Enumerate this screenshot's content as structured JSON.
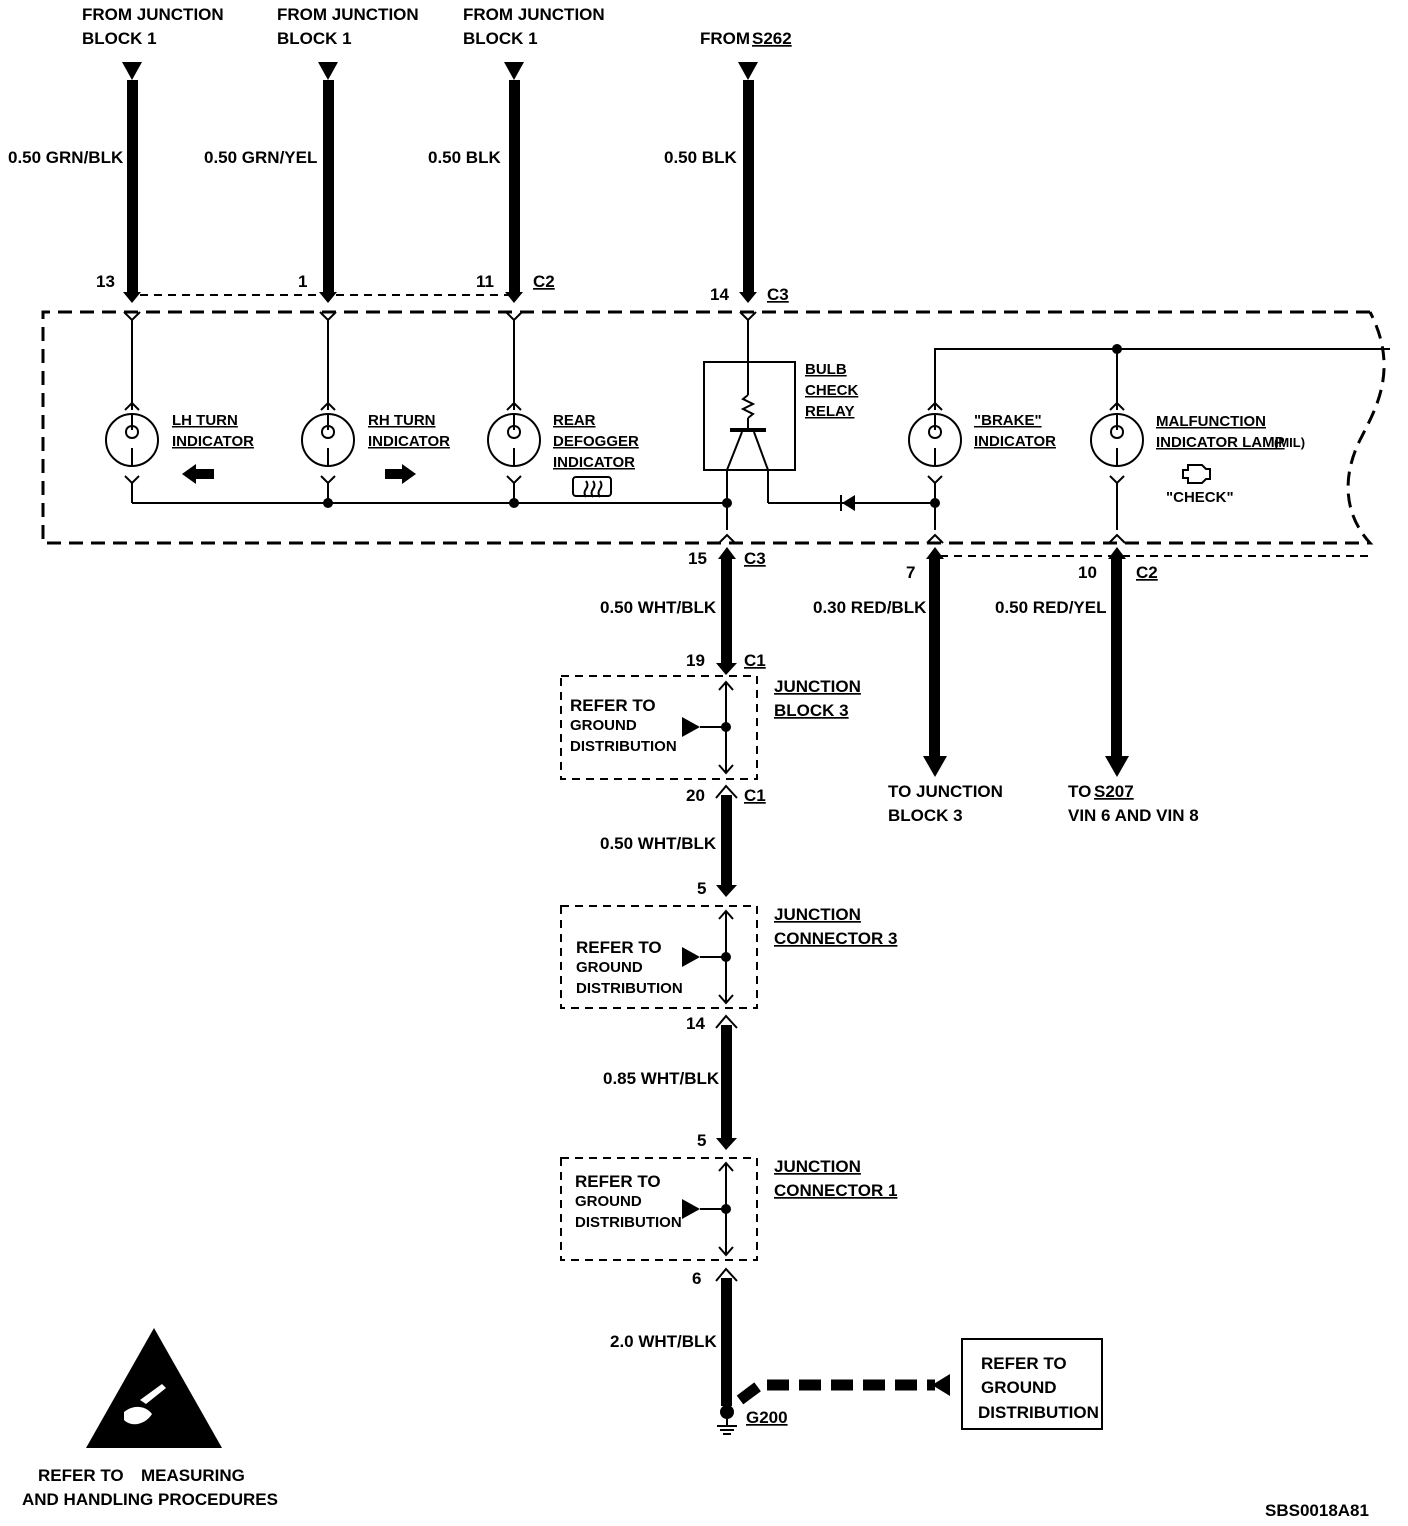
{
  "sources": [
    {
      "line1": "FROM JUNCTION",
      "line2": "BLOCK 1",
      "wire": "0.50 GRN/BLK",
      "pin": "13"
    },
    {
      "line1": "FROM JUNCTION",
      "line2": "BLOCK 1",
      "wire": "0.50 GRN/YEL",
      "pin": "1"
    },
    {
      "line1": "FROM JUNCTION",
      "line2": "BLOCK 1",
      "wire": "0.50 BLK",
      "pin": "11",
      "conn": "C2"
    },
    {
      "line1": "FROM",
      "line2": "S262",
      "wire": "0.50 BLK",
      "pin": "14",
      "conn": "C3"
    }
  ],
  "components": {
    "lh": {
      "line1": "LH TURN",
      "line2": "INDICATOR"
    },
    "rh": {
      "line1": "RH TURN",
      "line2": "INDICATOR"
    },
    "defog": {
      "line1": "REAR",
      "line2": "DEFOGGER",
      "line3": "INDICATOR"
    },
    "relay": {
      "line1": "BULB",
      "line2": "CHECK",
      "line3": "RELAY"
    },
    "brake": {
      "line1": "\"BRAKE\"",
      "line2": "INDICATOR"
    },
    "mil": {
      "line1": "MALFUNCTION",
      "line2": "INDICATOR LAMP",
      "line2b": "(MIL)",
      "check": "\"CHECK\""
    }
  },
  "outputs": {
    "ground": {
      "pin": "15",
      "conn": "C3",
      "wire": "0.50 WHT/BLK"
    },
    "brake": {
      "pin": "7",
      "wire": "0.30 RED/BLK",
      "dest1": "TO JUNCTION",
      "dest2": "BLOCK 3"
    },
    "mil": {
      "pin": "10",
      "conn": "C2",
      "wire": "0.50 RED/YEL",
      "dest1": "TO",
      "dest1b": "S207",
      "dest2": "VIN 6 AND VIN 8"
    }
  },
  "chain": [
    {
      "pin_top": "19",
      "conn_top": "C1",
      "pin_bot": "20",
      "conn_bot": "C1",
      "name1": "JUNCTION",
      "name2": "BLOCK 3",
      "refer1": "REFER TO",
      "refer2": "GROUND",
      "refer3": "DISTRIBUTION"
    },
    {
      "wire": "0.50 WHT/BLK"
    },
    {
      "pin_top": "5",
      "pin_bot": "14",
      "name1": "JUNCTION",
      "name2": "CONNECTOR 3",
      "refer1": "REFER TO",
      "refer2": "GROUND",
      "refer3": "DISTRIBUTION"
    },
    {
      "wire": "0.85 WHT/BLK"
    },
    {
      "pin_top": "5",
      "pin_bot": "6",
      "name1": "JUNCTION",
      "name2": "CONNECTOR 1",
      "refer1": "REFER TO",
      "refer2": "GROUND",
      "refer3": "DISTRIBUTION"
    },
    {
      "wire": "2.0 WHT/BLK"
    }
  ],
  "ground": {
    "label": "G200",
    "refer1": "REFER TO",
    "refer2": "GROUND",
    "refer3": "DISTRIBUTION"
  },
  "esd": {
    "line1a": "REFER TO",
    "line1b": "MEASURING",
    "line2": "AND HANDLING PROCEDURES"
  },
  "code": "SBS0018A81"
}
